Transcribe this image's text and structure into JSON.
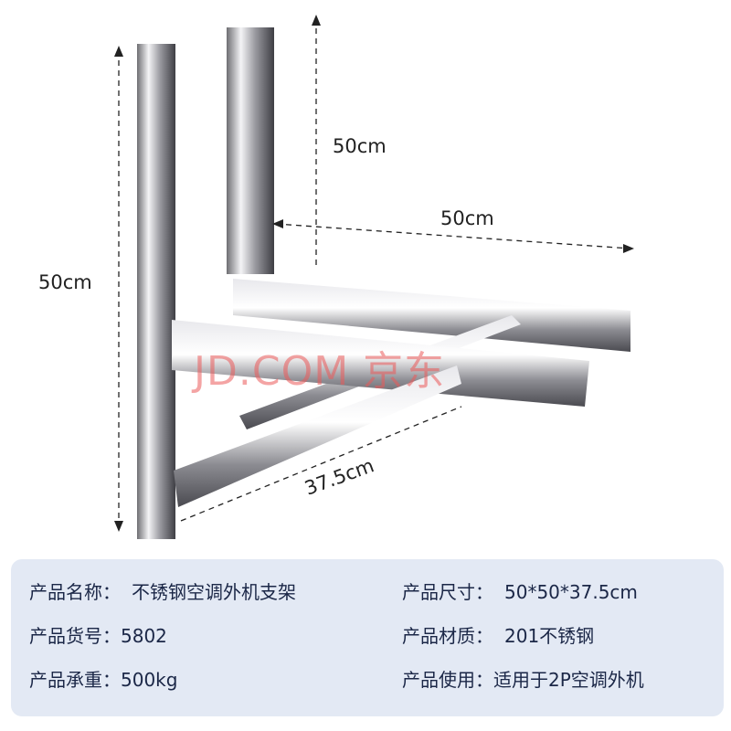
{
  "dimensions": {
    "left_height": "50cm",
    "back_height": "50cm",
    "arm_length": "50cm",
    "brace_length": "37.5cm"
  },
  "watermark": "JD.COM 京东",
  "specs": {
    "name": {
      "label": "产品名称：",
      "value": "不锈钢空调外机支架"
    },
    "size": {
      "label": "产品尺寸：",
      "value": "50*50*37.5cm"
    },
    "item_no": {
      "label": "产品货号：",
      "value": "5802"
    },
    "material": {
      "label": "产品材质：",
      "value": "201不锈钢"
    },
    "load": {
      "label": "产品承重：",
      "value": "500kg"
    },
    "usage": {
      "label": "产品使用：",
      "value": "适用于2P空调外机"
    }
  }
}
